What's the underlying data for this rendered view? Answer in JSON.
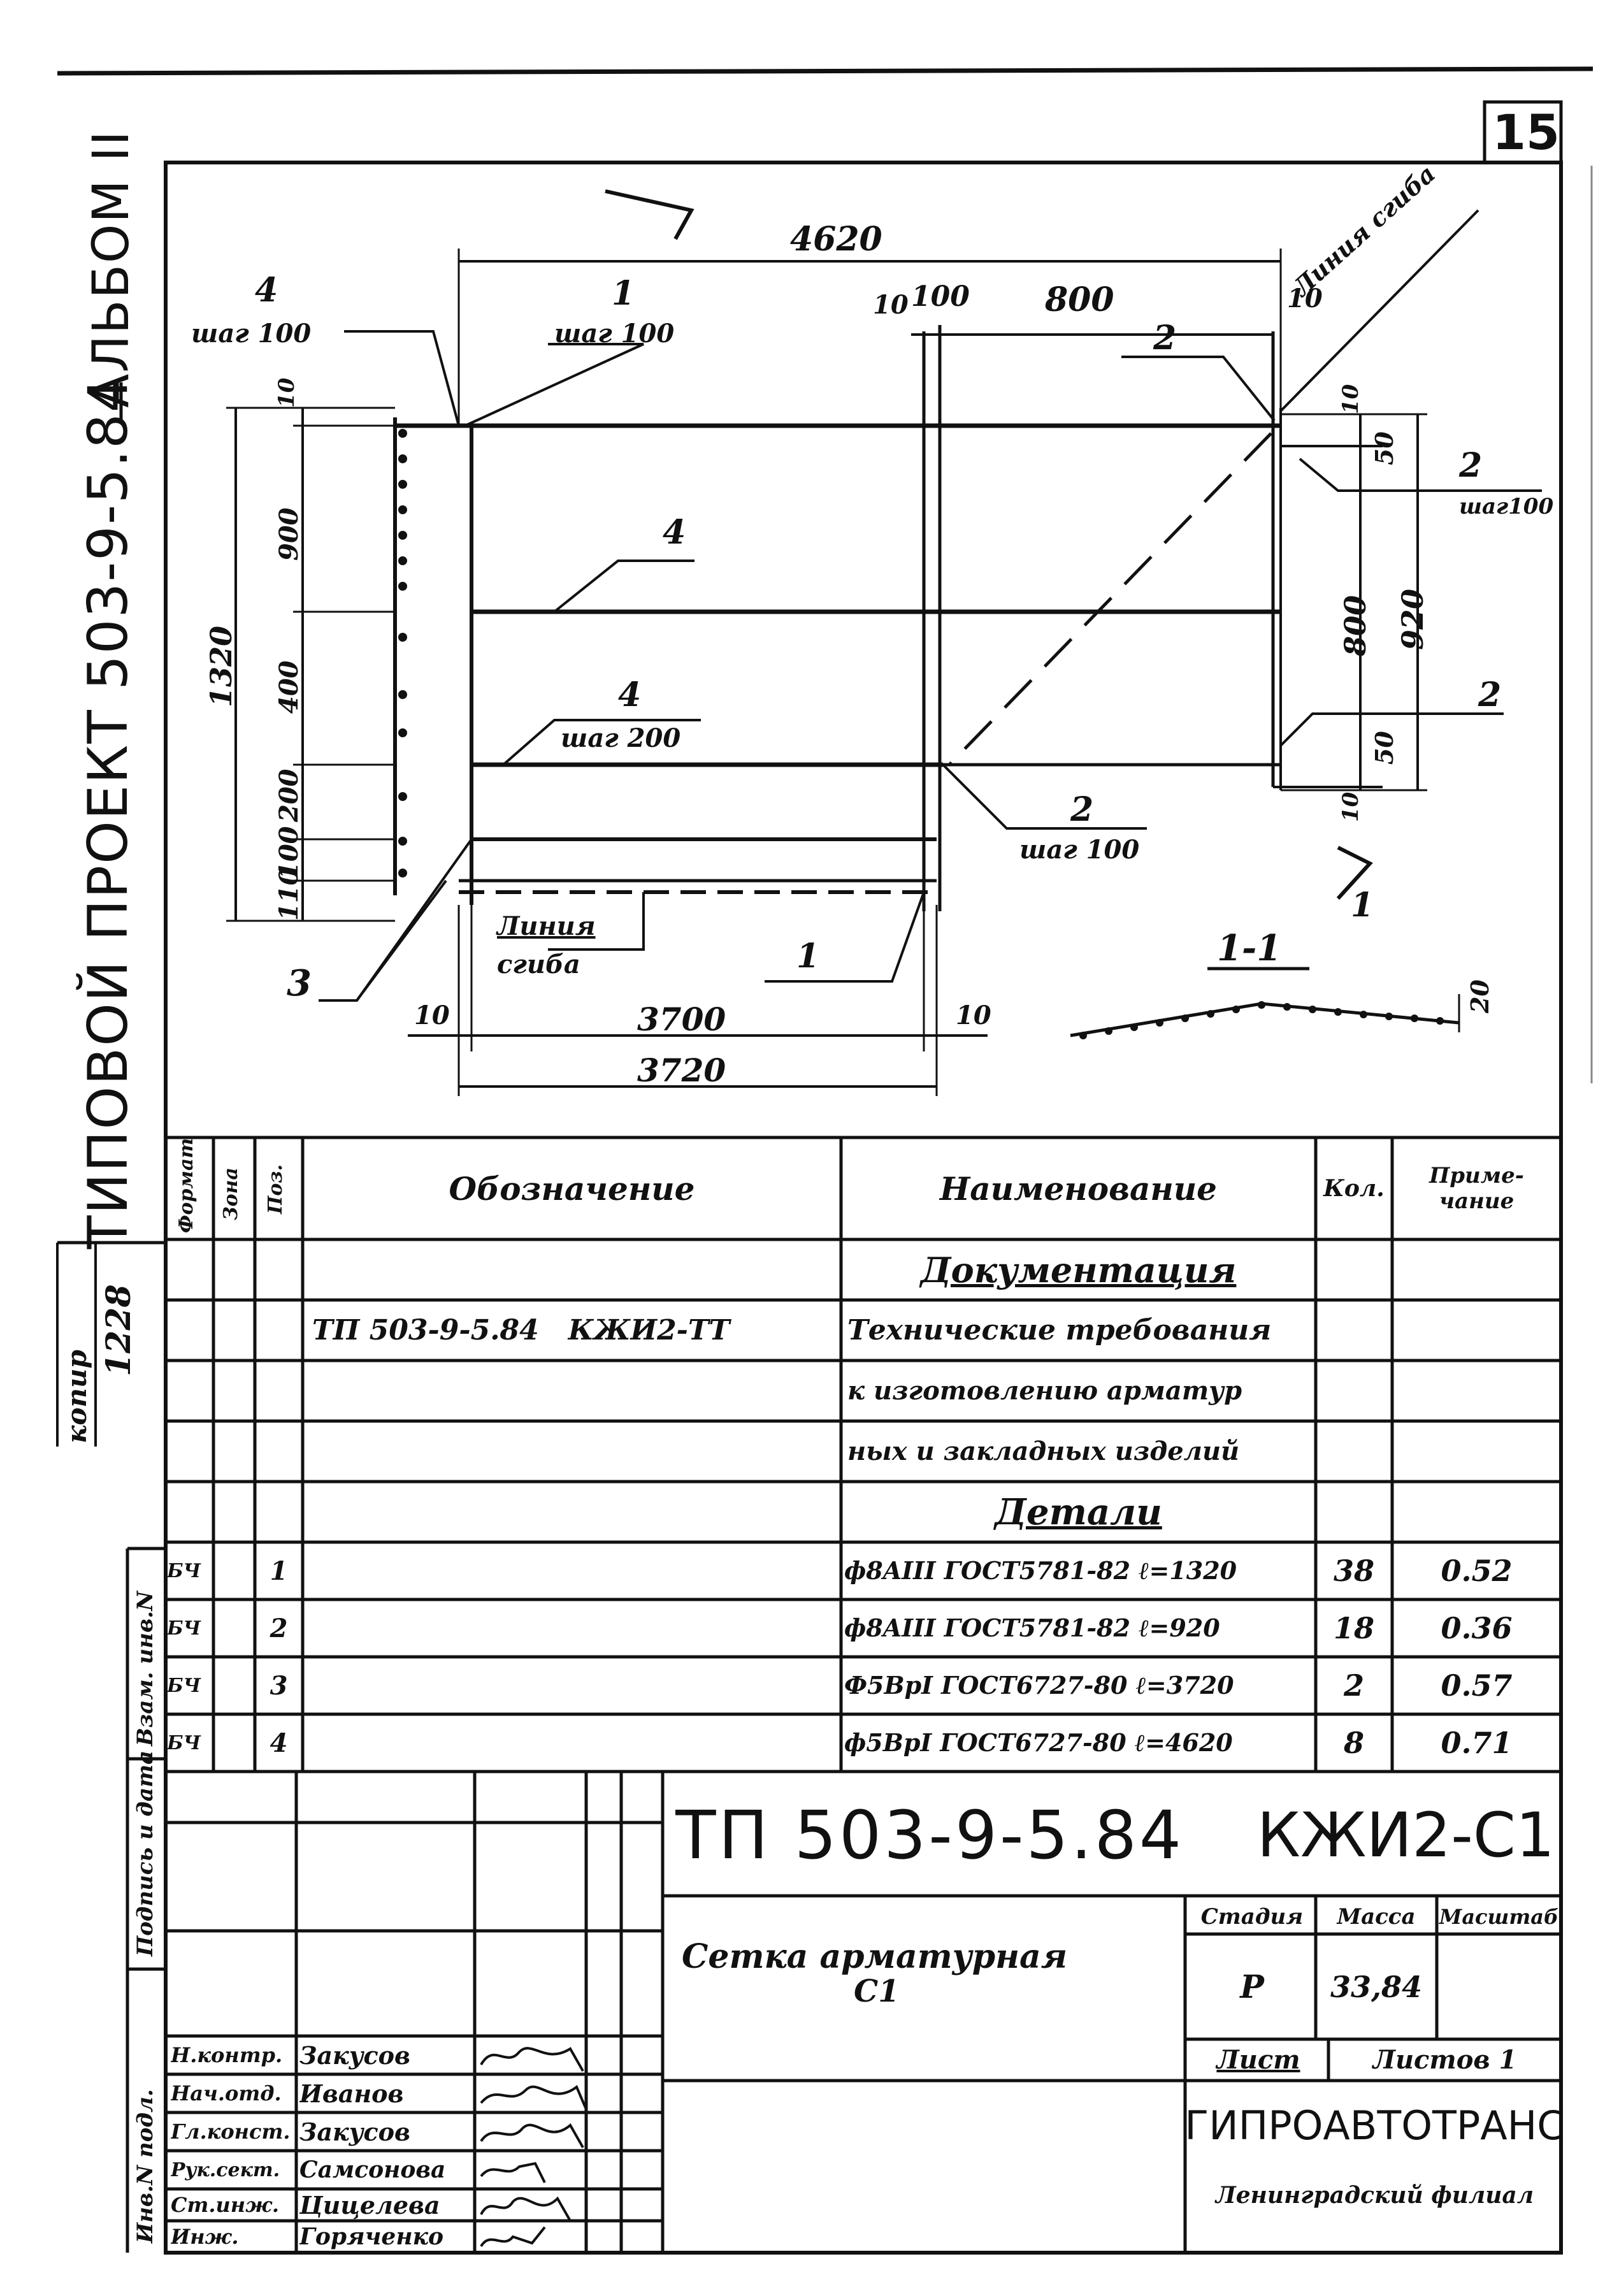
{
  "sheet": {
    "number": "15",
    "album": "АЛЬБОМ II",
    "project": "ТИПОВОЙ ПРОЕКТ 503-9-5.84",
    "copy_label": "копир",
    "copy_number": "1228",
    "left_labels": [
      "Инв.N подл.",
      "Подпись и дата",
      "Взам. инв.N"
    ]
  },
  "drawing": {
    "dim_overall_top": "4620",
    "dim_10_a": "10",
    "dim_100": "100",
    "dim_800_top": "800",
    "dim_10_b": "10",
    "fold_line_top": "Линия сгиба",
    "leader_4_top": {
      "pos": "4",
      "note": "шаг 100"
    },
    "leader_1_top": {
      "pos": "1",
      "note": "шаг 100"
    },
    "leader_2_top": "2",
    "leader_2_right": {
      "pos": "2",
      "note": "шаг100"
    },
    "leader_2_right_low": "2",
    "leader_2_bottom": {
      "pos": "2",
      "note": "шаг 100"
    },
    "leader_4_mid": "4",
    "leader_4_lower": {
      "pos": "4",
      "note": "шаг 200"
    },
    "leader_3": "3",
    "leader_1_bottom": "1",
    "fold_line_bottom": [
      "Линия",
      "сгиба"
    ],
    "dim_left": [
      "10",
      "900",
      "400",
      "200",
      "100",
      "110"
    ],
    "dim_1320": "1320",
    "dim_right": [
      "10",
      "50",
      "800",
      "920",
      "50",
      "10"
    ],
    "dim_3700": "3700",
    "dim_3720": "3720",
    "dim_10_left": "10",
    "dim_10_right": "10",
    "section_mark": "1",
    "section_title": "1-1",
    "section_dim": "20"
  },
  "spec": {
    "headers": {
      "format": "Формат",
      "zone": "Зона",
      "pos": "Поз.",
      "designation": "Обозначение",
      "name": "Наименование",
      "qty": "Кол.",
      "note": "Приме-\nчание"
    },
    "section_docs": "Документация",
    "doc_designation": "ТП 503-9-5.84   КЖИ2-ТТ",
    "doc_name_lines": [
      "Технические требования",
      "к изготовлению арматур",
      "ных и закладных изделий"
    ],
    "section_parts": "Детали",
    "rows": [
      {
        "format": "БЧ",
        "pos": "1",
        "name": "ф8AIII ГОСТ5781-82 ℓ=1320",
        "qty": "38",
        "note": "0.52"
      },
      {
        "format": "БЧ",
        "pos": "2",
        "name": "ф8AIII ГОСТ5781-82 ℓ=920",
        "qty": "18",
        "note": "0.36"
      },
      {
        "format": "БЧ",
        "pos": "3",
        "name": "Ф5ВрI ГОСТ6727-80 ℓ=3720",
        "qty": "2",
        "note": "0.57"
      },
      {
        "format": "БЧ",
        "pos": "4",
        "name": "ф5ВрI ГОСТ6727-80 ℓ=4620",
        "qty": "8",
        "note": "0.71"
      }
    ]
  },
  "title_block": {
    "code": "ТП 503-9-5.84",
    "mark": "КЖИ2-С1",
    "title_line1": "Сетка арматурная",
    "title_line2": "С1",
    "stage_label": "Стадия",
    "mass_label": "Масса",
    "scale_label": "Масштаб",
    "stage": "Р",
    "mass": "33,84",
    "sheet_label": "Лист",
    "sheets_label": "Листов 1",
    "org": "ГИПРОАВТОТРАНС",
    "branch": "Ленинградский филиал",
    "signatures": [
      {
        "role": "Н.контр.",
        "name": "Закусов"
      },
      {
        "role": "Нач.отд.",
        "name": "Иванов"
      },
      {
        "role": "Гл.конст.",
        "name": "Закусов"
      },
      {
        "role": "Рук.сект.",
        "name": "Самсонова"
      },
      {
        "role": "Ст.инж.",
        "name": "Цицелева"
      },
      {
        "role": "Инж.",
        "name": "Горяченко"
      }
    ]
  }
}
